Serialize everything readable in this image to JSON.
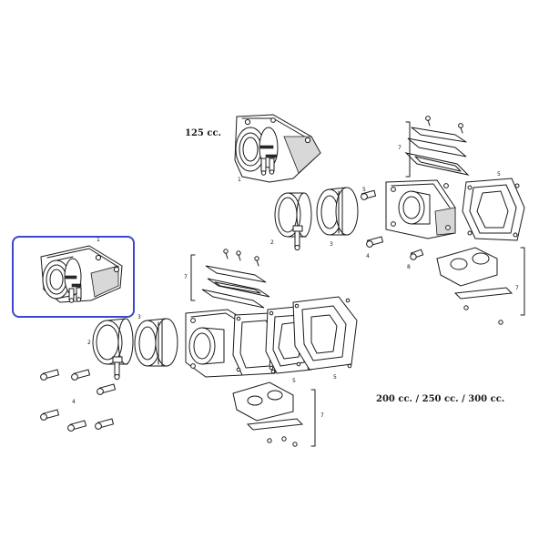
{
  "captions": {
    "small": "125 cc.",
    "large": "200 cc. / 250 cc. / 300 cc."
  },
  "callouts": {
    "manifold": "1",
    "clamp": "2",
    "sleeve": "3",
    "bolts": "4",
    "reed_block": "5",
    "gasket_set": "7",
    "screw": "8"
  },
  "colors": {
    "line": "#1a1a1a",
    "highlight": "#3a48c9"
  }
}
